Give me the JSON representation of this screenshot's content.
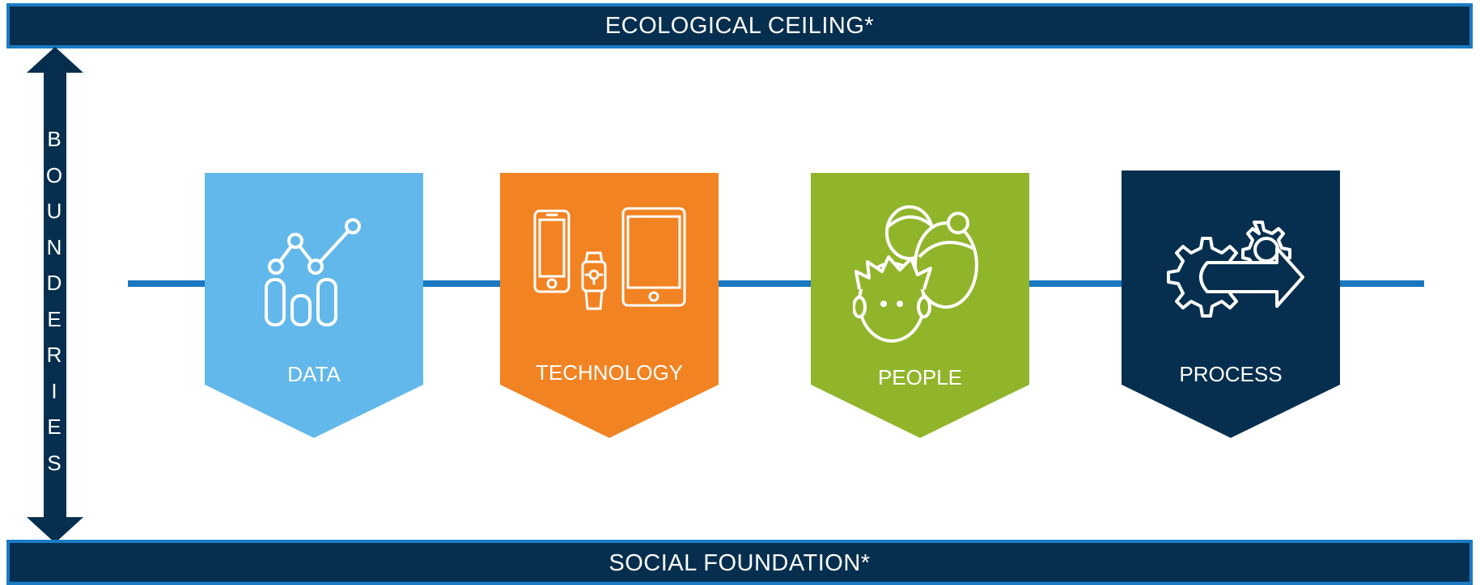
{
  "top_band": {
    "label": "ECOLOGICAL CEILING*"
  },
  "bottom_band": {
    "label": "SOCIAL FOUNDATION*"
  },
  "side_arrow": {
    "letters": [
      "B",
      "O",
      "U",
      "N",
      "D",
      "E",
      "R",
      "I",
      "E",
      "S"
    ]
  },
  "cards": [
    {
      "label": "DATA",
      "color": "#62b8ea",
      "icon": "line-chart-icon"
    },
    {
      "label": "TECHNOLOGY",
      "color": "#f28322",
      "icon": "devices-icon"
    },
    {
      "label": "PEOPLE",
      "color": "#90b52a",
      "icon": "people-icon"
    },
    {
      "label": "PROCESS",
      "color": "#062f4f",
      "icon": "gears-arrow-icon"
    }
  ],
  "colors": {
    "navy": "#062f4f",
    "blue_line": "#1a78c2"
  }
}
